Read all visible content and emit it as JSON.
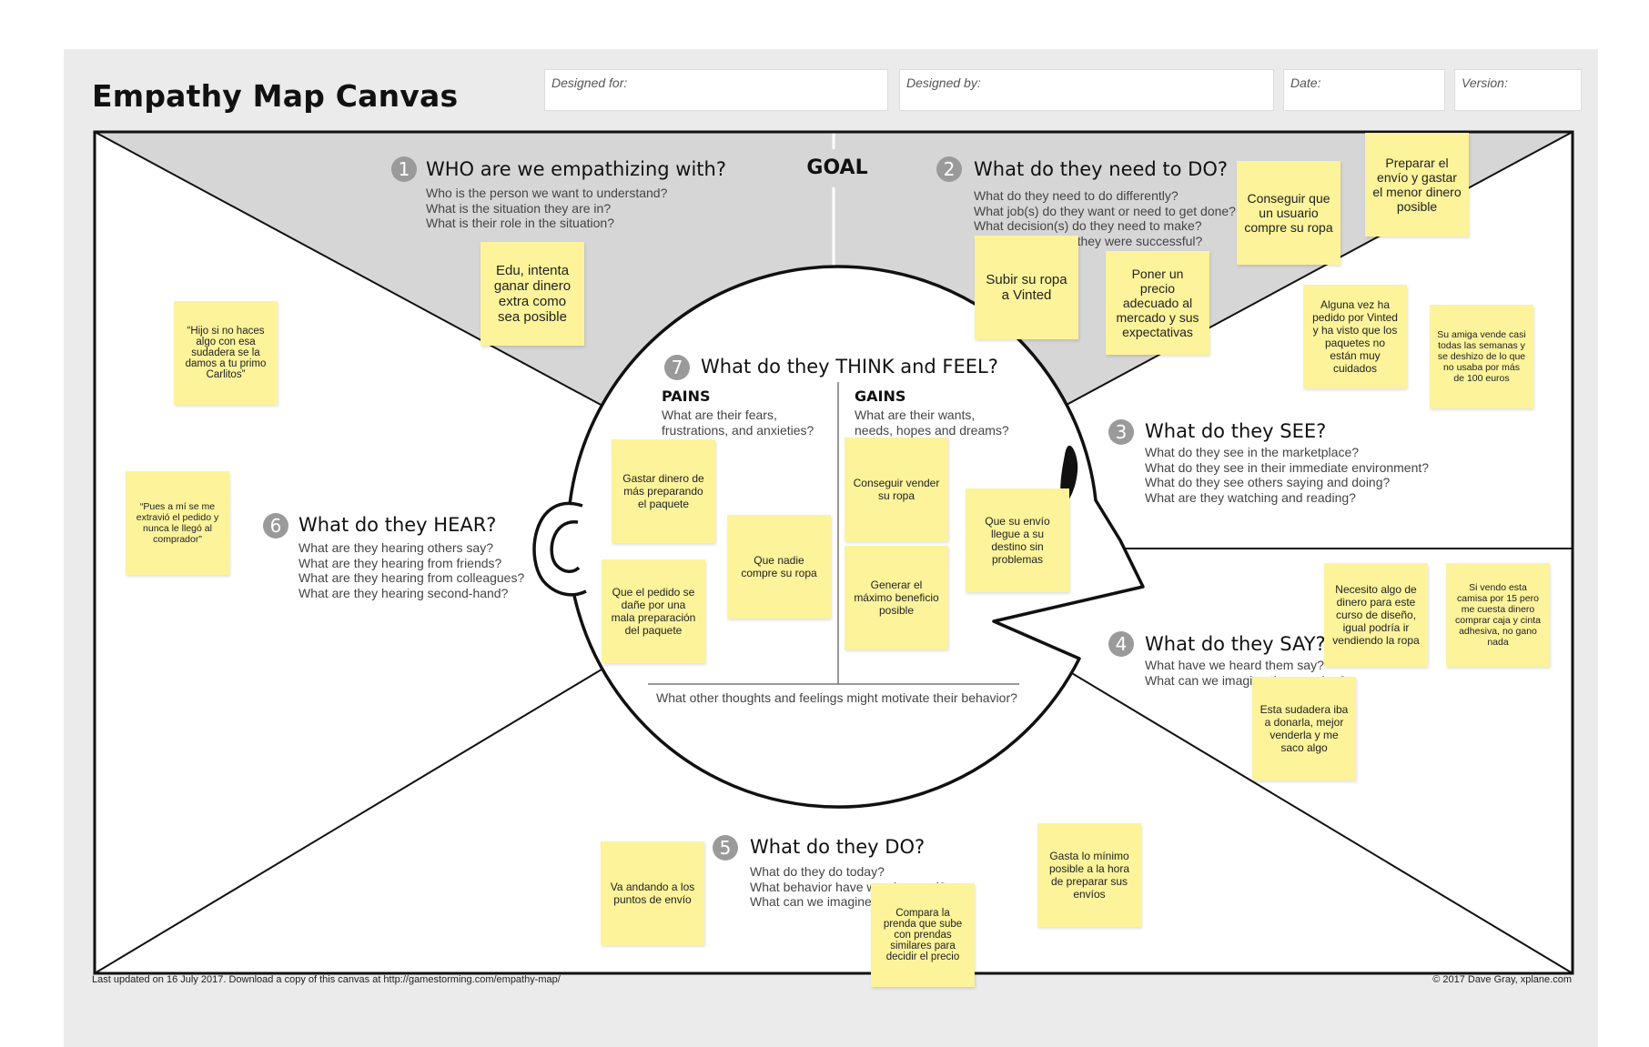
{
  "canvas": {
    "title": "Empathy Map Canvas",
    "header_fields": {
      "designed_for": "Designed for:",
      "designed_by": "Designed by:",
      "date": "Date:",
      "version": "Version:"
    },
    "goal": "GOAL",
    "footer_left": "Last updated on 16 July 2017. Download a copy of this canvas at http://gamestorming.com/empathy-map/",
    "footer_right": "© 2017 Dave Gray, xplane.com"
  },
  "sections": {
    "who": {
      "number": "1",
      "title": "WHO are we empathizing with?",
      "questions": [
        "Who is the person we want to understand?",
        "What is the situation they are in?",
        "What is their role in the situation?"
      ]
    },
    "do_need": {
      "number": "2",
      "title": "What do they need to DO?",
      "questions": [
        "What do they need to do differently?",
        "What job(s) do they want or need to get done?",
        "What decision(s) do they need to make?",
        "How will we know they were successful?"
      ]
    },
    "see": {
      "number": "3",
      "title": "What do they SEE?",
      "questions": [
        "What do they see in the marketplace?",
        "What do they see in their immediate environment?",
        "What do they see others saying and doing?",
        "What are they watching and reading?"
      ]
    },
    "say": {
      "number": "4",
      "title": "What do they SAY?",
      "questions": [
        "What have we heard them say?",
        "What can we imagine them saying?"
      ]
    },
    "do": {
      "number": "5",
      "title": "What do they DO?",
      "questions": [
        "What do they do today?",
        "What behavior have we observed?",
        "What can we imagine them doing?"
      ]
    },
    "hear": {
      "number": "6",
      "title": "What do they HEAR?",
      "questions": [
        "What are they hearing others say?",
        "What are they hearing from friends?",
        "What are they hearing from colleagues?",
        "What are they hearing second-hand?"
      ]
    },
    "think_feel": {
      "number": "7",
      "title": "What do they THINK and FEEL?",
      "pains_title": "PAINS",
      "pains_questions": [
        "What are their fears,",
        "frustrations, and anxieties?"
      ],
      "gains_title": "GAINS",
      "gains_questions": [
        "What are their wants,",
        "needs, hopes and dreams?"
      ],
      "other": "What other thoughts and feelings might motivate their behavior?"
    }
  },
  "notes": {
    "who": [
      "Edu, intenta ganar dinero extra como sea posible"
    ],
    "do_need": [
      "Subir su ropa a Vinted",
      "Poner un precio adecuado al mercado y sus expectativas",
      "Conseguir que un usuario compre su ropa",
      "Preparar el envío y gastar el menor dinero posible"
    ],
    "see": [
      "Alguna vez ha pedido por Vinted y ha visto que los paquetes no están muy cuidados",
      "Su amiga vende casi todas las semanas y se deshizo de lo que no usaba por más de 100 euros"
    ],
    "hear": [
      "“Hijo si no haces algo con esa sudadera se la damos a tu primo Carlitos”",
      "“Pues a mí se me extravió el pedido y nunca le llegó al comprador”"
    ],
    "pains": [
      "Gastar dinero de más preparando el paquete",
      "Que nadie compre su ropa",
      "Que el pedido se dañe por una mala preparación del paquete"
    ],
    "gains": [
      "Conseguir vender su ropa",
      "Generar el máximo beneficio posible",
      "Que su envío llegue a su destino sin problemas"
    ],
    "say": [
      "Necesito algo de dinero para este curso de diseño, igual podría ir vendiendo la ropa",
      "Si vendo esta camisa por 15 pero me cuesta dinero comprar caja y cinta adhesiva, no gano nada",
      "Esta sudadera iba a donarla, mejor venderla y me saco algo"
    ],
    "do": [
      "Va andando a los puntos de envío",
      "Compara la prenda que sube con prendas similares para decidir el precio",
      "Gasta lo mínimo posible a la hora de preparar sus envíos"
    ]
  },
  "colors": {
    "sticky_note": "#fcf39b",
    "sheet_background": "#ebebeb",
    "top_triangle": "#d6d6d6",
    "number_badge": "#9a9a9a"
  }
}
